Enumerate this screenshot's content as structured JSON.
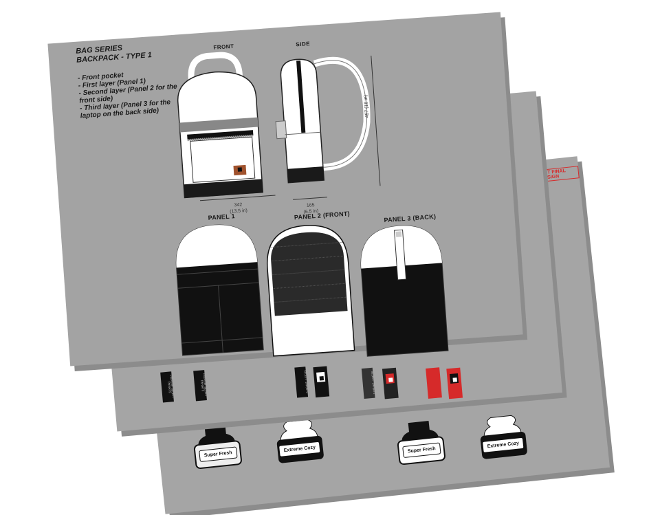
{
  "sheet1": {
    "title_line1": "BAG SERIES",
    "title_line2": "BACKPACK - TYPE 1",
    "notes": [
      "- Front pocket",
      "- First layer (Panel 1)",
      "- Second layer (Panel 2 for the front side)",
      "- Third layer (Panel 3 for the laptop on the back side)"
    ],
    "view_front": "FRONT",
    "view_side": "SIDE",
    "dim_width": "342",
    "dim_width_in": "(13.5 in)",
    "dim_depth": "165",
    "dim_depth_in": "(6.5 in)",
    "dim_height": "457 (18 in)",
    "panel1": "PANEL 1",
    "panel2": "PANEL 2 (FRONT)",
    "panel3": "PANEL 3 (BACK)"
  },
  "sheet2": {
    "strap_text_a": "PREMIUM SELECT IMPORTS",
    "strap_text_b": "PREMIUM SELECT IMPORTS",
    "strap_text_c": "SELECT IMPORTS",
    "strap_text_d": "SELECT IMPORTS"
  },
  "sheet3": {
    "stamp": "NOT FINAL DESIGN",
    "clip_labels": [
      "Super Fresh",
      "Extreme Cozy",
      "Super Fresh",
      "Extreme Cozy"
    ]
  },
  "colors": {
    "sheet": "#a5a5a5",
    "accent_red": "#d62a2a",
    "leather": "#a0522d"
  }
}
